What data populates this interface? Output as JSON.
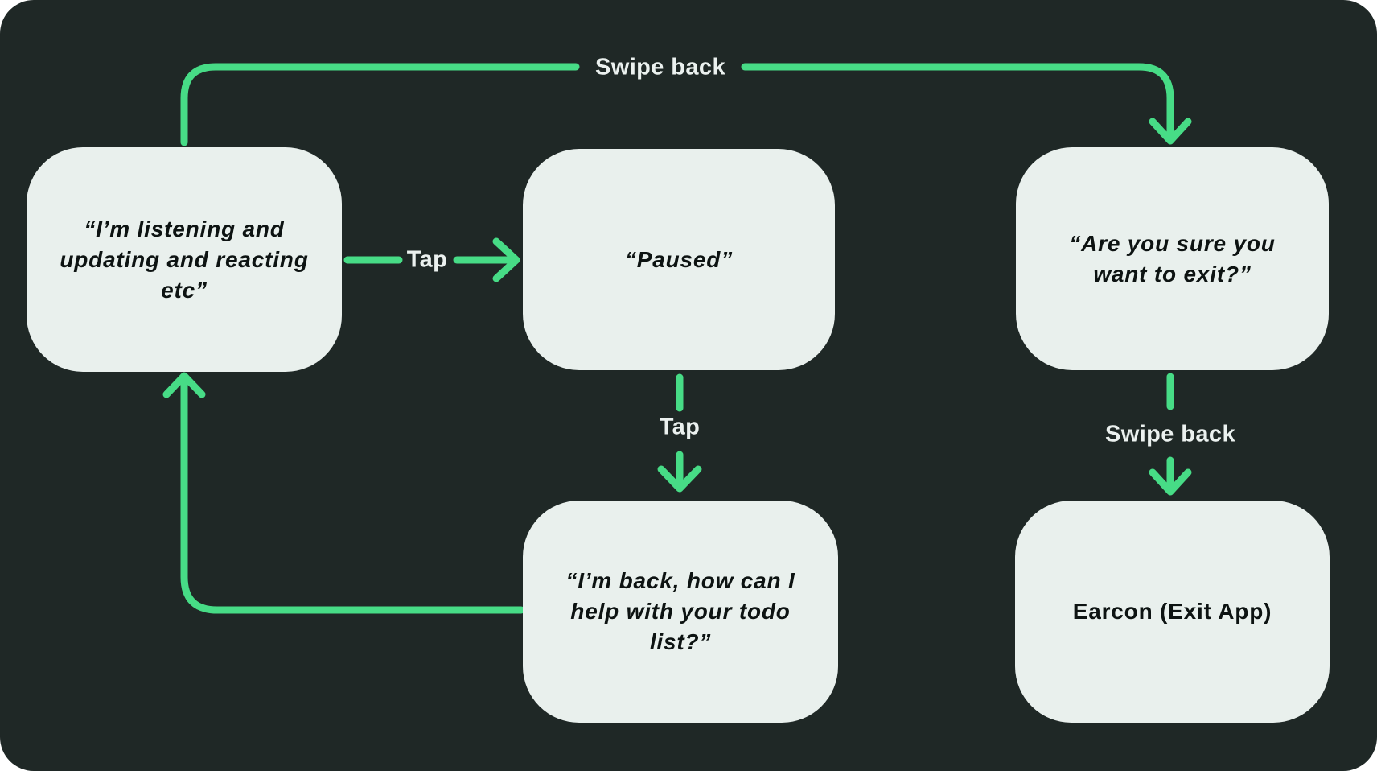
{
  "colors": {
    "canvas_background": "#1f2826",
    "node_fill": "#e9f0ed",
    "arrow_green": "#47dc86",
    "edge_label_text": "#ebf1ef",
    "node_text": "#0d1312"
  },
  "nodes": [
    {
      "id": "listening",
      "style": "bold-italic-quote",
      "text": "“I’m listening and\nupdating and reacting\netc”"
    },
    {
      "id": "paused",
      "style": "bold-italic-quote",
      "text": "“Paused”"
    },
    {
      "id": "confirm-exit",
      "style": "bold-italic-quote",
      "text": "“Are you sure you\nwant to exit?”"
    },
    {
      "id": "back-todo",
      "style": "bold-italic-quote",
      "text": "“I’m back, how can I\nhelp with your todo\nlist?”"
    },
    {
      "id": "earcon-exit",
      "style": "bold",
      "text": "Earcon (Exit App)"
    }
  ],
  "edges": [
    {
      "id": "swipe-back-top",
      "from": "listening",
      "to": "confirm-exit",
      "label": "Swipe back"
    },
    {
      "id": "tap-horizontal",
      "from": "listening",
      "to": "paused",
      "label": "Tap"
    },
    {
      "id": "tap-vertical",
      "from": "paused",
      "to": "back-todo",
      "label": "Tap"
    },
    {
      "id": "loop-back",
      "from": "back-todo",
      "to": "listening",
      "label": ""
    },
    {
      "id": "swipe-back-right",
      "from": "confirm-exit",
      "to": "earcon-exit",
      "label": "Swipe back"
    }
  ]
}
